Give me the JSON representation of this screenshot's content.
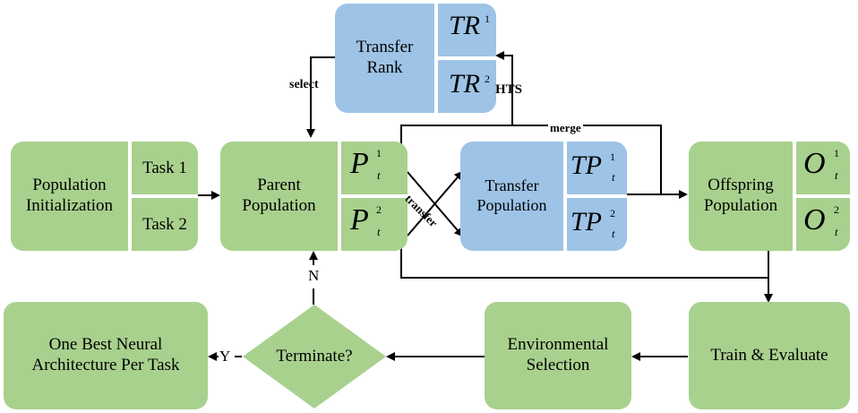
{
  "nodes": {
    "population_init": {
      "label_line1": "Population",
      "label_line2": "Initialization",
      "task1": "Task 1",
      "task2": "Task 2"
    },
    "parent": {
      "label_line1": "Parent",
      "label_line2": "Population",
      "p": "P",
      "t": "t",
      "sup1": "1",
      "sup2": "2"
    },
    "transfer_rank": {
      "label_line1": "Transfer",
      "label_line2": "Rank",
      "tr": "TR",
      "sup1": "1",
      "sup2": "2"
    },
    "transfer_pop": {
      "label_line1": "Transfer",
      "label_line2": "Population",
      "tp": "TP",
      "t": "t",
      "sup1": "1",
      "sup2": "2"
    },
    "offspring": {
      "label_line1": "Offspring",
      "label_line2": "Population",
      "o": "O",
      "t": "t",
      "sup1": "1",
      "sup2": "2"
    },
    "train": {
      "label": "Train & Evaluate"
    },
    "env": {
      "label_line1": "Environmental",
      "label_line2": "Selection"
    },
    "terminate": {
      "label": "Terminate?"
    },
    "best": {
      "label_line1": "One Best Neural",
      "label_line2": "Architecture Per Task"
    }
  },
  "edge_labels": {
    "select": "select",
    "hts": "HTS",
    "merge": "merge",
    "transfer": "transfer",
    "yes": "Y",
    "no": "N"
  },
  "colors": {
    "green": "#a9d18e",
    "blue": "#9dc3e6",
    "line": "#000000"
  }
}
